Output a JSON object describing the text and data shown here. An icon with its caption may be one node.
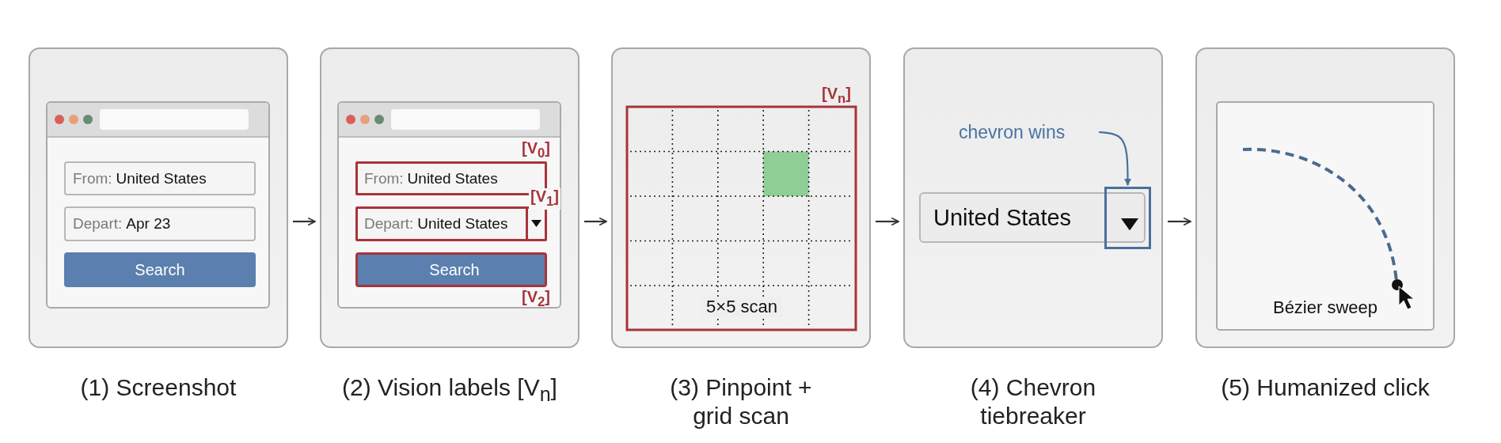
{
  "diagram": {
    "nodes": [
      {
        "text": [
          "(1) Screenshot"
        ]
      },
      {
        "text": [],
        "shape": "box",
        "in": 0
      },
      {
        "text": [
          "From:",
          "United States"
        ],
        "in": 1
      },
      {
        "text": [
          "Depart:",
          "Apr 23"
        ],
        "in": 1
      },
      {
        "text": [
          "Search"
        ],
        "in": 1
      },
      {
        "text": [
          "(2) Vision labels [V$_{n}$]"
        ]
      },
      {
        "text": [],
        "shape": "box",
        "in": 5
      },
      {
        "text": [
          "From:",
          "United States"
        ],
        "in": 6
      },
      {
        "text": [
          "Depart:",
          "United States"
        ],
        "in": 6
      },
      {
        "text": [
          "Search"
        ],
        "in": 6
      },
      {
        "text": [
          "(3) Pinpoint + grid scan"
        ]
      },
      {
        "text": [
          "(4) Chevron tiebreaker"
        ]
      },
      {
        "text": [
          "United States"
        ],
        "in": 11
      },
      {
        "text": [],
        "shape": "box",
        "in": 11
      },
      {
        "text": [
          "chevron wins"
        ],
        "in": 11
      },
      {
        "text": [
          "(5) Humanized click"
        ]
      },
      {
        "text": [
          "Bézier sweep"
        ],
        "in": 15
      }
    ],
    "edges": [
      {
        "from": 0,
        "to": 5,
        "arrow": "to"
      },
      {
        "from": 5,
        "to": 10,
        "arrow": "to"
      },
      {
        "from": 10,
        "to": 11,
        "arrow": "to"
      },
      {
        "from": 11,
        "to": 15,
        "arrow": "to"
      },
      {
        "from": 14,
        "to": 13,
        "arrow": "to",
        "color": "#4a6f9c"
      }
    ],
    "labels": [
      "[V$_{0}$]",
      "[V$_{1}$]",
      "[V$_{2}$]",
      "[V$_{n}$]",
      "5×5 scan"
    ]
  }
}
